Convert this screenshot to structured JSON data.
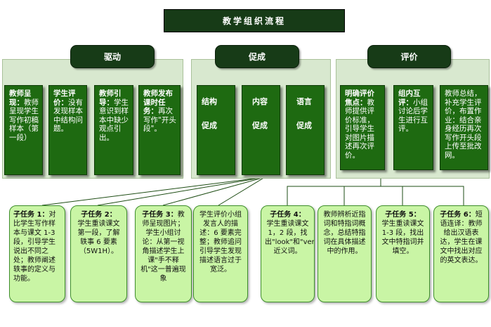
{
  "title": "教学组织流程",
  "categories": {
    "drive": "驱动",
    "promote": "促成",
    "evaluate": "评价"
  },
  "stage_boxes": [
    {
      "head": "教师呈现：",
      "body": "教师呈现学生写作初稿样本（第一段）"
    },
    {
      "head": "学生评价：",
      "body": "没有发现样本中结构问题。"
    },
    {
      "head": "教师引导：",
      "body": "学生意识到样本中缺少观点引出。"
    },
    {
      "head": "教师发布课时任务：",
      "body": "再次写作\"开头段\"。"
    },
    {
      "head": "结构",
      "body": "促成"
    },
    {
      "head": "内容",
      "body": "促成"
    },
    {
      "head": "语言",
      "body": "促成"
    },
    {
      "head": "明确评价焦点：",
      "body": "教师提供评价标准，引导学生对图片描述再次评价。"
    },
    {
      "head": "组内互评：",
      "body": "小组讨论后学生进行互评。"
    },
    {
      "head": "",
      "body": "教师总结，补充学生评价，布置作业：结合亲身经历再次写作开头段上传至批改网。"
    }
  ],
  "tasks": [
    {
      "head": "子任务 1：",
      "body": "对比学生写作样本与课文 1-3 段，引导学生说出不同之处；教师阐述轶事的定义与功能。"
    },
    {
      "head": "子任务 2：",
      "body": "学生重读课文第一段，了解轶事 6 要素（5W1H）。"
    },
    {
      "head": "子任务 3：",
      "body": "教师呈现图片；学生小组讨论：从第一视角描述学生上课\"手不释机\"这一普遍现象"
    },
    {
      "head": "",
      "body": "学生评价小组发言人的描述：6 要素完整；教师追问引导学生发现描述语言过于宽泛。"
    },
    {
      "head": "子任务 4：",
      "body": "学生重读课文 1，2 段，找出\"look\"和\"very\"的近义词。"
    },
    {
      "head": "",
      "body": "教师辨析近指词和特指词概念，总结特指词在具体描述中的作用。"
    },
    {
      "head": "子任务 5：",
      "body": "学生重读课文 1-3 段，找出文中特指词并填空。"
    },
    {
      "head": "子任务 6：",
      "body": "短语连译：教师给出汉语表达，学生在课文中找出对应的英文表达。"
    }
  ]
}
